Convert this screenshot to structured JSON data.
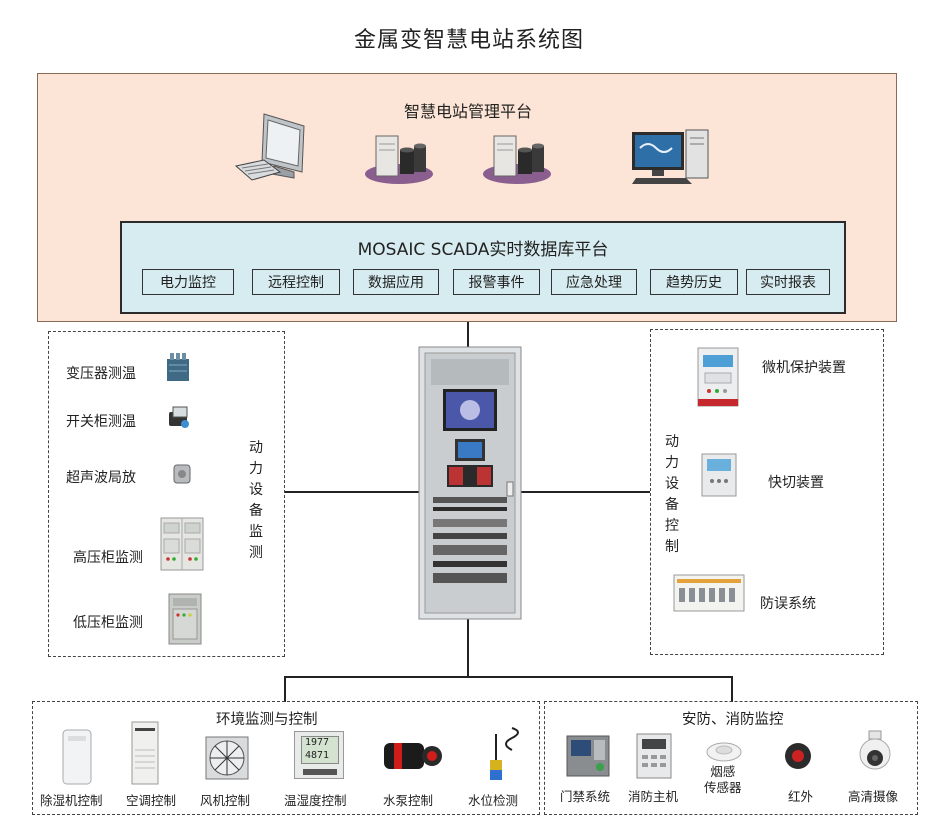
{
  "title": "金属变智慧电站系统图",
  "platform": {
    "title": "智慧电站管理平台",
    "icons": [
      "monitor-keyboard-icon",
      "server-icon",
      "server-icon",
      "desktop-computer-icon"
    ]
  },
  "scada": {
    "title": "MOSAIC SCADA实时数据库平台",
    "modules": [
      "电力监控",
      "远程控制",
      "数据应用",
      "报警事件",
      "应急处理",
      "趋势历史",
      "实时报表"
    ]
  },
  "left_panel": {
    "side_label": "动力设备监测",
    "items": [
      "变压器测温",
      "开关柜测温",
      "超声波局放",
      "高压柜监测",
      "低压柜监测"
    ]
  },
  "right_panel": {
    "side_label": "动力设备控制",
    "items": [
      "微机保护装置",
      "快切装置",
      "防误系统"
    ]
  },
  "env_panel": {
    "title": "环境监测与控制",
    "items": [
      "除湿机控制",
      "空调控制",
      "风机控制",
      "温湿度控制",
      "水泵控制",
      "水位检测"
    ],
    "sensor_readings": [
      "1977",
      "4871"
    ]
  },
  "security_panel": {
    "title": "安防、消防监控",
    "items": [
      "门禁系统",
      "消防主机",
      "烟感\n传感器",
      "红外",
      "高清摄像"
    ]
  },
  "colors": {
    "platform_bg": "#fce5d6",
    "scada_bg": "#d7ecf0",
    "line": "#222222"
  }
}
